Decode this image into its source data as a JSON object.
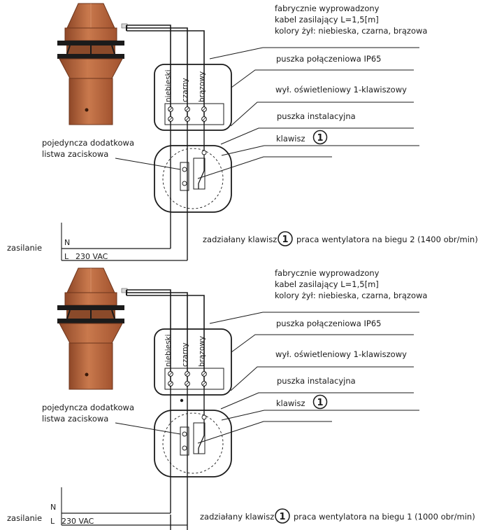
{
  "panels": [
    {
      "cable_label_line1": "fabrycznie wyprowadzony",
      "cable_label_line2": "kabel zasilający L=1,5[m]",
      "cable_label_line3": "kolory żył: niebieska, czarna, brązowa",
      "junction_box_label": "puszka połączeniowa IP65",
      "switch_label": "wył. oświetleniowy 1-klawiszowy",
      "install_box_label": "puszka instalacyjna",
      "key_label": "klawisz",
      "key_number": "1",
      "terminal_label_line1": "pojedyncza dodatkowa",
      "terminal_label_line2": "listwa zaciskowa",
      "wire_blue": "niebieski",
      "wire_black": "czarny",
      "wire_brown": "brązowy",
      "supply_label": "zasilanie",
      "supply_n": "N",
      "supply_l": "L",
      "supply_voltage": "230 VAC",
      "status_prefix": "zadziałany klawisz",
      "status_number": "1",
      "status_suffix": "praca wentylatora na biegu 2 (1400 obr/min)"
    },
    {
      "cable_label_line1": "fabrycznie wyprowadzony",
      "cable_label_line2": "kabel zasilający L=1,5[m]",
      "cable_label_line3": "kolory żył: niebieska, czarna, brązowa",
      "junction_box_label": "puszka połączeniowa IP65",
      "switch_label": "wył. oświetleniowy 1-klawiszowy",
      "install_box_label": "puszka instalacyjna",
      "key_label": "klawisz",
      "key_number": "1",
      "terminal_label_line1": "pojedyncza dodatkowa",
      "terminal_label_line2": "listwa zaciskowa",
      "wire_blue": "niebieski",
      "wire_black": "czarny",
      "wire_brown": "brązowy",
      "supply_label": "zasilanie",
      "supply_n": "N",
      "supply_l": "L",
      "supply_voltage": "230 VAC",
      "status_prefix": "zadziałany klawisz",
      "status_number": "1",
      "status_suffix": "praca wentylatora na biegu 1 (1000 obr/min)"
    }
  ],
  "colors": {
    "fan_body": "#b4643c",
    "fan_light": "#d08a62",
    "fan_dark": "#7e3f22",
    "ring_black": "#161616",
    "line": "#1a1a1a"
  }
}
